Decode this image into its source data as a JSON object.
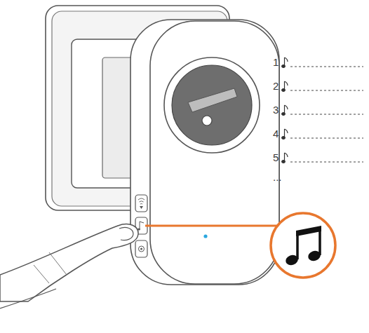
{
  "diagram": {
    "labels": [
      "1",
      "2",
      "3",
      "4",
      "5",
      "..."
    ]
  }
}
